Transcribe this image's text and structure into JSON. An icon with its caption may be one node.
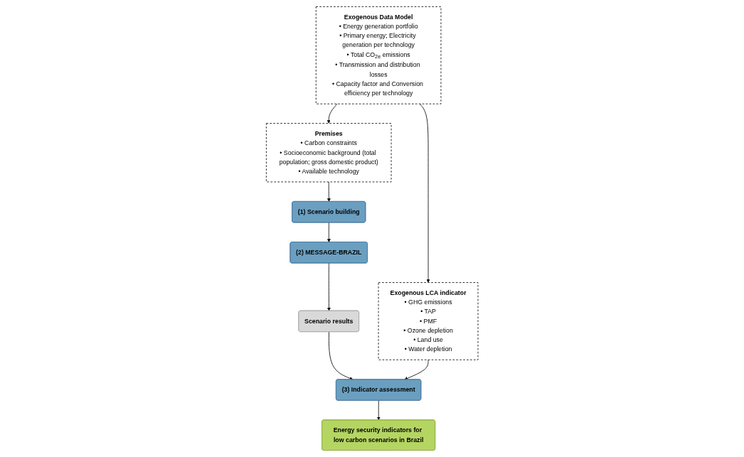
{
  "diagram": {
    "nodes": [
      {
        "text": [
          "(1) Scenario building"
        ]
      },
      {
        "text": [
          "(2) MESSAGE-BRAZIL"
        ]
      },
      {
        "text": [
          "Premises",
          "• Carbon constraints",
          "• Socioeconomic background (total population; gross domestic product)",
          "• Available technology"
        ]
      },
      {
        "text": [
          "Scenario results"
        ]
      },
      {
        "text": [
          "Exogenous Data Model",
          "• Energy generation portfolio",
          "• Primary energy; Electricity generation per technology",
          "• Total CO$_{2e}$ emissions",
          "• Transmission and distribution losses",
          "• Capacity factor and Conversion efficiency per technology"
        ]
      },
      {
        "text": [
          "Exogenous LCA indicator",
          "• GHG emissions",
          "• TAP",
          "• PMF",
          "• Ozone depletion",
          "• Land use",
          "• Water depletion"
        ]
      },
      {
        "text": [
          "(3) Indicator assessment"
        ]
      },
      {
        "text": [
          "Energy security indicators for low carbon scenarios in Brazil"
        ]
      }
    ],
    "edges": [
      {
        "from": 0,
        "to": 1,
        "arrow": "to"
      },
      {
        "from": 2,
        "to": 0,
        "arrow": "to"
      },
      {
        "from": 1,
        "to": 3,
        "arrow": "to"
      },
      {
        "from": 4,
        "to": 2,
        "arrow": "to"
      },
      {
        "from": 3,
        "to": 6,
        "arrow": "to"
      },
      {
        "from": 4,
        "to": 5,
        "arrow": "to"
      },
      {
        "from": 5,
        "to": 6,
        "arrow": "to"
      },
      {
        "from": 6,
        "to": 7,
        "arrow": "to"
      }
    ]
  }
}
